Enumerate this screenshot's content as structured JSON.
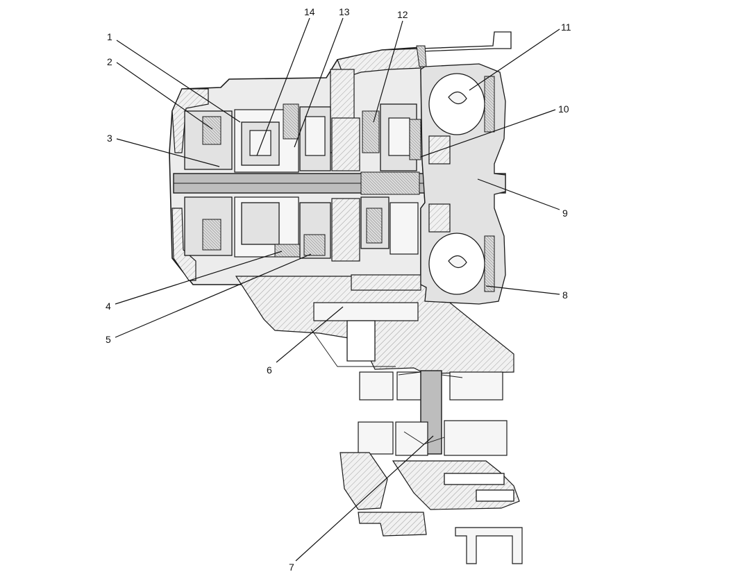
{
  "figure": {
    "callouts": [
      {
        "id": "c1",
        "label": "1"
      },
      {
        "id": "c2",
        "label": "2"
      },
      {
        "id": "c3",
        "label": "3"
      },
      {
        "id": "c4",
        "label": "4"
      },
      {
        "id": "c5",
        "label": "5"
      },
      {
        "id": "c6",
        "label": "6"
      },
      {
        "id": "c7",
        "label": "7"
      },
      {
        "id": "c8",
        "label": "8"
      },
      {
        "id": "c9",
        "label": "9"
      },
      {
        "id": "c10",
        "label": "10"
      },
      {
        "id": "c11",
        "label": "11"
      },
      {
        "id": "c12",
        "label": "12"
      },
      {
        "id": "c13",
        "label": "13"
      },
      {
        "id": "c14",
        "label": "14"
      }
    ]
  }
}
